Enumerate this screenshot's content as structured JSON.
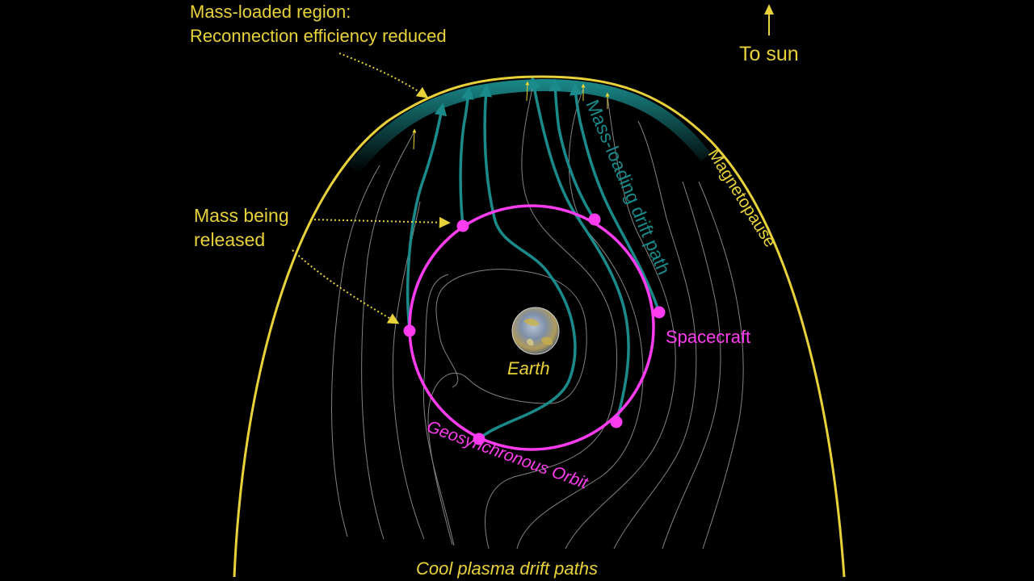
{
  "labels": {
    "mass_loaded_line1": "Mass-loaded region:",
    "mass_loaded_line2": "Reconnection efficiency reduced",
    "to_sun": "To sun",
    "magnetopause": "Magnetopause",
    "mass_loading_drift_path": "Mass-loading drift path",
    "mass_released_line1": "Mass being",
    "mass_released_line2": "released",
    "spacecraft": "Spacecraft",
    "earth": "Earth",
    "geo_orbit": "Geosynchronous Orbit",
    "cool_plasma": "Cool plasma drift paths"
  },
  "colors": {
    "background": "#000000",
    "magnetopause": "#e8d23a",
    "annotation_text": "#e8d23a",
    "orbit": "#ff3cf0",
    "drift_path": "#1a8a8a",
    "cool_plasma_lines": "#9a9a9a"
  },
  "icons": {
    "earth": "earth-globe-icon",
    "sun_arrow": "arrow-up-icon"
  }
}
